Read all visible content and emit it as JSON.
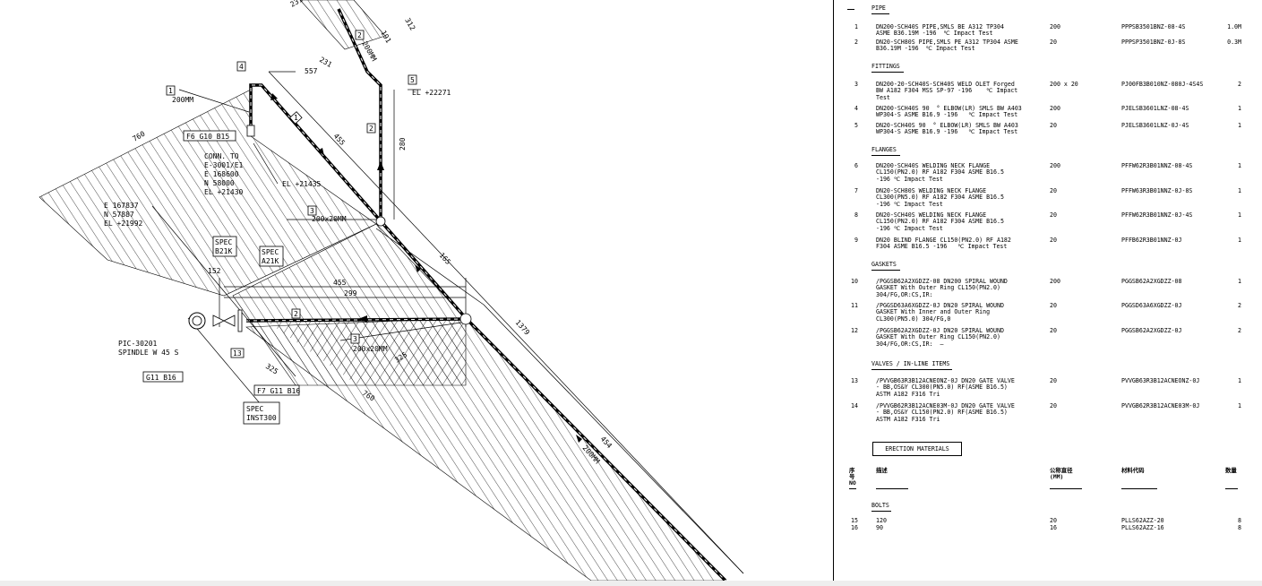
{
  "drawing": {
    "labels": {
      "dim_557": "557",
      "dim_231_top": "231",
      "dim_231": "231",
      "dim_312": "312",
      "dim_191": "191",
      "dim_200mm_riser": "200MM",
      "el_22271": "EL +22271",
      "dim_280": "280",
      "dim_455_diag": "455",
      "dim_760_left": "760",
      "dim_165": "165",
      "dim_1379": "1379",
      "dim_454": "454",
      "dim_200mm_diag": "200MM",
      "dim_760_bottom": "760",
      "dim_325_a": "325",
      "dim_325_b": "325",
      "dim_455_h": "455",
      "dim_299": "299",
      "dim_152": "152",
      "el_21435": "EL +21435",
      "pipe_200mm": "200MM",
      "coord_e": "E 167837",
      "coord_n": "N 57887",
      "coord_el": "EL +21992",
      "conn_1": "CONN. TO",
      "conn_2": "E-3001/E1",
      "conn_3": "E 168600",
      "conn_4": "N 58000",
      "conn_5": "EL +21430",
      "pic_1": "PIC-30201",
      "pic_2": "SPINDLE W 45 S",
      "size_a": "200x20MM",
      "size_b": "200x20MM"
    },
    "boxes": {
      "f6": "F6 G10 B15",
      "g11": "G11 B16",
      "f7": "F7 G11 B16",
      "spec_b21k_1": "SPEC",
      "spec_b21k_2": "B21K",
      "spec_a21k_1": "SPEC",
      "spec_a21k_2": "A21K",
      "spec_inst_1": "SPEC",
      "spec_inst_2": "INST300"
    },
    "tags": {
      "t1": "1",
      "t1b": "1",
      "t2a": "2",
      "t2b": "2",
      "t2c": "2",
      "t3a": "3",
      "t3b": "3",
      "t4": "4",
      "t5": "5",
      "t13": "13"
    }
  },
  "bom": {
    "sections": {
      "pipe": "PIPE",
      "fittings": "FITTINGS",
      "flanges": "FLANGES",
      "gaskets": "GASKETS",
      "valves": "VALVES / IN-LINE ITEMS",
      "erection": "ERECTION MATERIALS",
      "bolts": "BOLTS"
    },
    "header": {
      "no": "序\n号\nNO",
      "desc": "描述",
      "size": "公称直径\n(MM)",
      "code": "材料代码",
      "qty": "数量"
    },
    "rows": [
      {
        "n": "1",
        "d": "DN200-SCH40S PIPE,SMLS BE A312 TP304\nASME B36.19M -196  ℃ Impact Test",
        "s": "200",
        "c": "PPPSB3501BNZ-08-4S",
        "q": "1.0M"
      },
      {
        "n": "2",
        "d": "DN20-SCH80S PIPE,SMLS PE A312 TP304 ASME\nB36.19M -196  ℃ Impact Test",
        "s": "20",
        "c": "PPPSP3501BNZ-0J-8S",
        "q": "0.3M"
      },
      {
        "n": "3",
        "d": "DN200-20-SCH40S-SCH40S WELD OLET Forged\nBW A182 F304 MSS SP-97 -196    ℃ Impact\nTest",
        "s": "200 x 20",
        "c": "PJ00FB3B010NZ-080J-4S4S",
        "q": "2"
      },
      {
        "n": "4",
        "d": "DN200-SCH40S 90  ° ELBOW(LR) SMLS BW A403\nWP304-S ASME B16.9 -196   ℃ Impact Test",
        "s": "200",
        "c": "PJELSB3601LNZ-08-4S",
        "q": "1"
      },
      {
        "n": "5",
        "d": "DN20-SCH40S 90  ° ELBOW(LR) SMLS BW A403\nWP304-S ASME B16.9 -196   ℃ Impact Test",
        "s": "20",
        "c": "PJELSB3601LNZ-0J-4S",
        "q": "1"
      },
      {
        "n": "6",
        "d": "DN200-SCH40S WELDING NECK FLANGE\nCL150(PN2.0) RF A182 F304 ASME B16.5\n-196 ℃ Impact Test",
        "s": "200",
        "c": "PFFW62R3B01NNZ-08-4S",
        "q": "1"
      },
      {
        "n": "7",
        "d": "DN20-SCH80S WELDING NECK FLANGE\nCL300(PN5.0) RF A182 F304 ASME B16.5\n-196 ℃ Impact Test",
        "s": "20",
        "c": "PFFW63R3B01NNZ-0J-8S",
        "q": "1"
      },
      {
        "n": "8",
        "d": "DN20-SCH40S WELDING NECK FLANGE\nCL150(PN2.0) RF A182 F304 ASME B16.5\n-196 ℃ Impact Test",
        "s": "20",
        "c": "PFFW62R3B01NNZ-0J-4S",
        "q": "1"
      },
      {
        "n": "9",
        "d": "DN20 BLIND FLANGE CL150(PN2.0) RF A182\nF304 ASME B16.5 -196   ℃ Impact Test",
        "s": "20",
        "c": "PFFB62R3B01NNZ-0J",
        "q": "1"
      },
      {
        "n": "10",
        "d": "/PGGSB62A2XGDZZ-08 DN200 SPIRAL WOUND\nGASKET With Outer Ring CL150(PN2.0)\n304/FG,OR:CS,IR:",
        "s": "200",
        "c": "PGGSB62A2XGDZZ-08",
        "q": "1"
      },
      {
        "n": "11",
        "d": "/PGGSD63A6XGDZZ-0J DN20 SPIRAL WOUND\nGASKET With Inner and Outer Ring\nCL300(PN5.0) 304/FG,0",
        "s": "20",
        "c": "PGGSD63A6XGDZZ-0J",
        "q": "2"
      },
      {
        "n": "12",
        "d": "/PGGSB62A2XGDZZ-0J DN20 SPIRAL WOUND\nGASKET With Outer Ring CL150(PN2.0)\n304/FG,OR:CS,IR:  —",
        "s": "20",
        "c": "PGGSB62A2XGDZZ-0J",
        "q": "2"
      },
      {
        "n": "13",
        "d": "/PVVGB63R3B12ACNEONZ-0J DN20 GATE VALVE\n- BB,OS&Y CL300(PN5.0) RF(ASME B16.5)\nASTM A182 F316 Tri",
        "s": "20",
        "c": "PVVGB63R3B12ACNEONZ-0J",
        "q": "1"
      },
      {
        "n": "14",
        "d": "/PVVGB62R3B12ACNE03M-0J DN20 GATE VALVE\n- BB,OS&Y CL150(PN2.0) RF(ASME B16.5)\nASTM A182 F316 Tri",
        "s": "20",
        "c": "PVVGB62R3B12ACNE03M-0J",
        "q": "1"
      },
      {
        "n": "15",
        "d": "120",
        "s": "20",
        "c": "PLLS62AZZ-20",
        "q": "8"
      },
      {
        "n": "16",
        "d": "90",
        "s": "16",
        "c": "PLLS62AZZ-16",
        "q": "8"
      }
    ]
  }
}
